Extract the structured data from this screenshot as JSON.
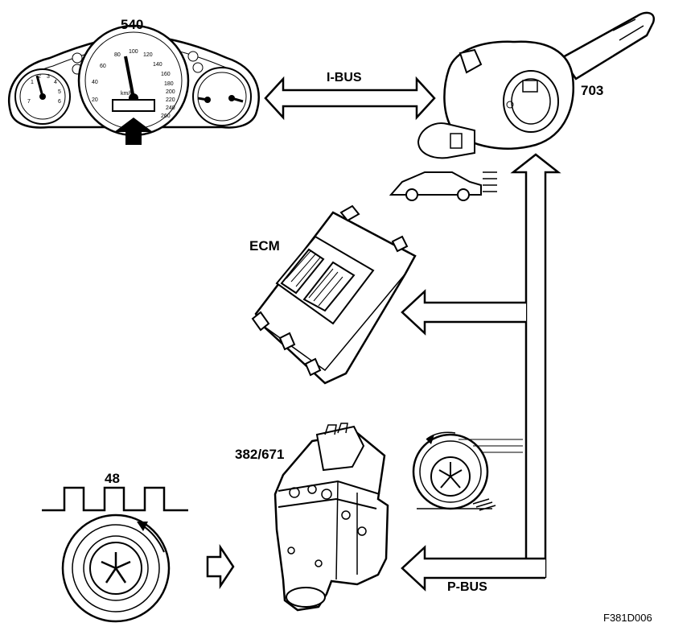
{
  "labels": {
    "instrument_cluster": "540",
    "steering_wheel_module": "703",
    "ecm": "ECM",
    "abs_module": "382/671",
    "wheel_sensor": "48",
    "i_bus": "I-BUS",
    "p_bus": "P-BUS",
    "figure_id": "F381D006"
  },
  "speedometer_scale": [
    "20",
    "40",
    "60",
    "80",
    "100",
    "120",
    "140",
    "160",
    "180",
    "200",
    "220",
    "240",
    "260"
  ],
  "speedometer_unit": "km/h",
  "tachometer_scale": [
    "1",
    "2",
    "3",
    "4",
    "5",
    "6",
    "7"
  ],
  "colors": {
    "ink": "#000000",
    "paper": "#ffffff"
  }
}
